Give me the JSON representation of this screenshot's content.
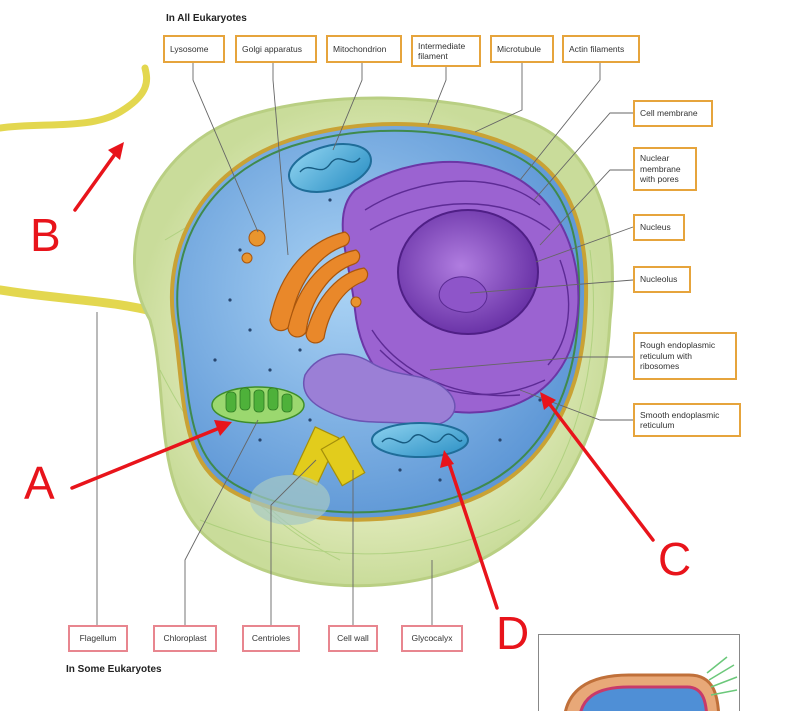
{
  "headings": {
    "all": "In All Eukaryotes",
    "some": "In Some Eukaryotes"
  },
  "labels": {
    "lysosome": "Lysosome",
    "golgi": "Golgi apparatus",
    "mitochondrion": "Mitochondrion",
    "intermediate": "Intermediate filament",
    "microtubule": "Microtubule",
    "actin": "Actin filaments",
    "cell_membrane": "Cell membrane",
    "nuclear_membrane": "Nuclear membrane with pores",
    "nucleus": "Nucleus",
    "nucleolus": "Nucleolus",
    "rough_er": "Rough endoplasmic reticulum with ribosomes",
    "smooth_er": "Smooth endoplasmic reticulum",
    "flagellum": "Flagellum",
    "chloroplast": "Chloroplast",
    "centrioles": "Centrioles",
    "cell_wall": "Cell wall",
    "glycocalyx": "Glycocalyx"
  },
  "markers": {
    "a": "A",
    "b": "B",
    "c": "C",
    "d": "D"
  },
  "colors": {
    "box_border": "#e6a43c",
    "box_border_bottom": "#e8868f",
    "arrow": "#e8141b",
    "cytoplasm": "#7fb6e6",
    "nucleus": "#8a4fc2",
    "golgi": "#e9882a",
    "chloroplast": "#5fbf3a",
    "centriole": "#e2cc1c"
  }
}
